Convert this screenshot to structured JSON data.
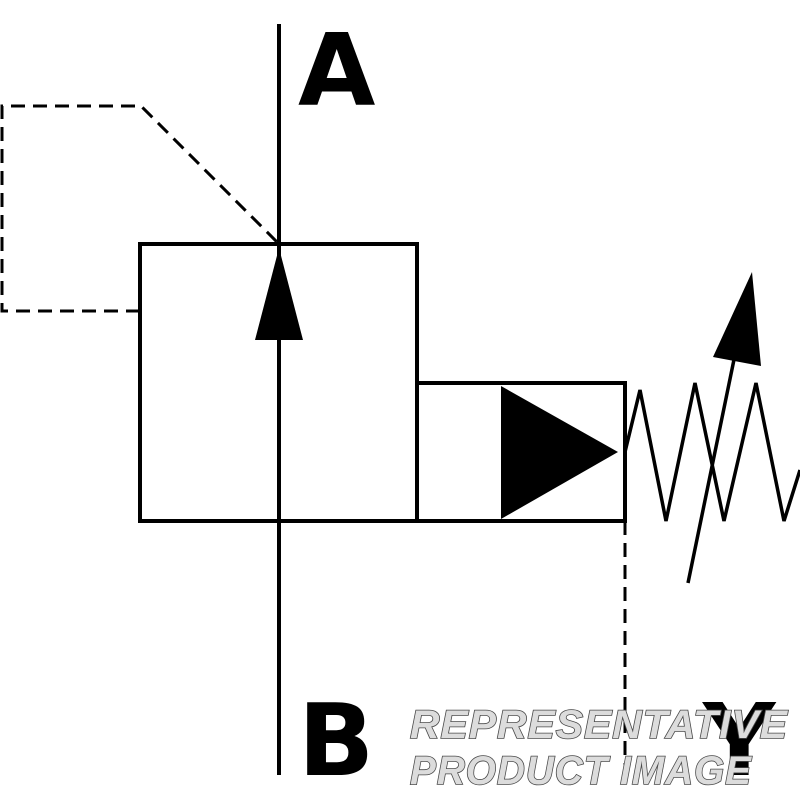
{
  "ports": {
    "a": "A",
    "b": "B",
    "y": "Y"
  },
  "watermark": {
    "line1": "REPRESENTATIVE",
    "line2": "PRODUCT IMAGE"
  },
  "colors": {
    "line": "#000000",
    "background": "#ffffff",
    "watermark_fill": "#dcdcdc",
    "watermark_outline": "#4a4a4a"
  }
}
